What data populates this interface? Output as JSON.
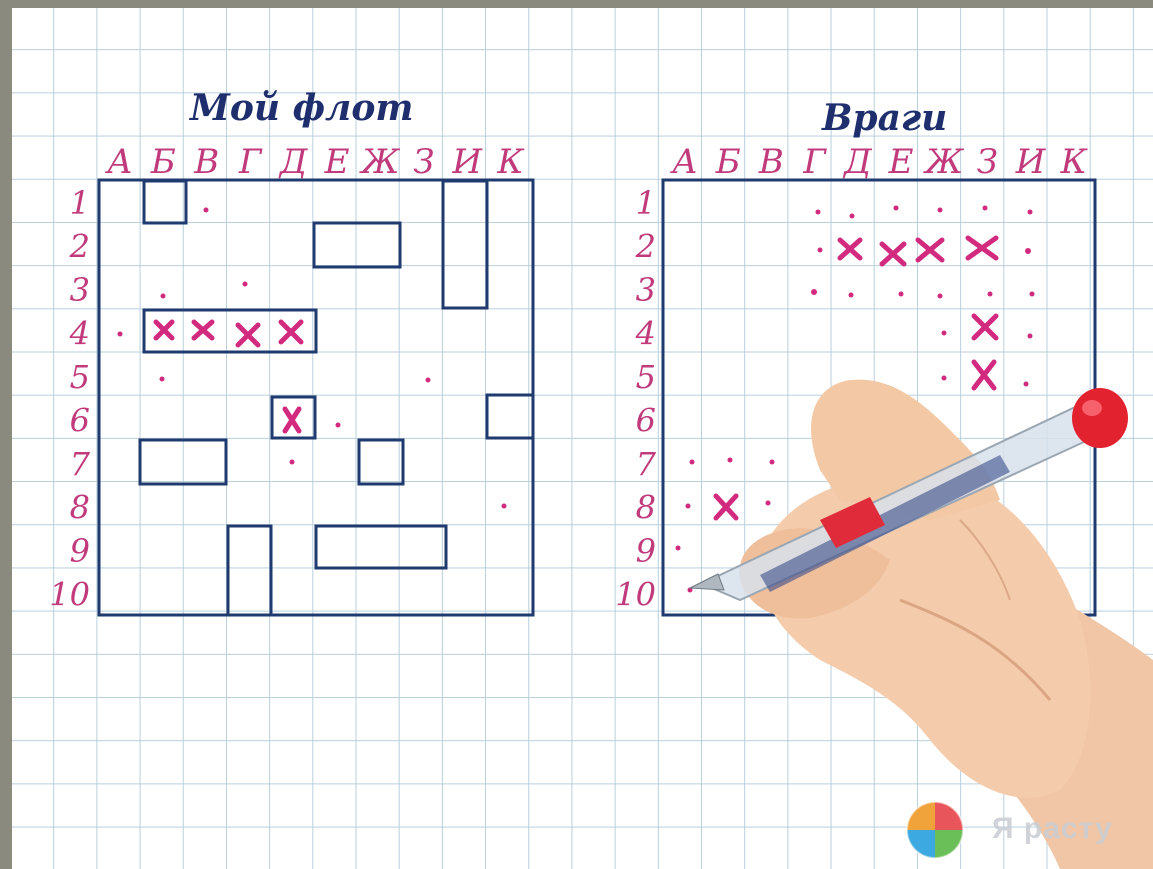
{
  "my_fleet": {
    "title": "Мой флот",
    "columns": [
      "А",
      "Б",
      "В",
      "Г",
      "Д",
      "Е",
      "Ж",
      "З",
      "И",
      "К"
    ],
    "rows": [
      "1",
      "2",
      "3",
      "4",
      "5",
      "6",
      "7",
      "8",
      "9",
      "10"
    ]
  },
  "enemies": {
    "title": "Враги",
    "columns": [
      "А",
      "Б",
      "В",
      "Г",
      "Д",
      "Е",
      "Ж",
      "З",
      "И",
      "К"
    ],
    "rows": [
      "1",
      "2",
      "3",
      "4",
      "5",
      "6",
      "7",
      "8",
      "9",
      "10"
    ]
  },
  "logo": {
    "text": "Я расту"
  },
  "colors": {
    "ink_blue": "#1f3a6e",
    "ink_pink": "#d22a7f",
    "grid_line": "#b9cfdc"
  }
}
